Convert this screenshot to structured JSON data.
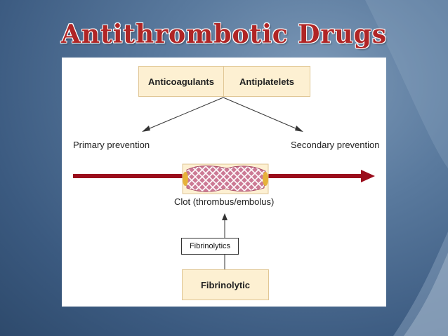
{
  "slide": {
    "title": "Antithrombotic Drugs"
  },
  "diagram": {
    "top_boxes": {
      "left": "Anticoagulants",
      "right": "Antiplatelets"
    },
    "left_target": "Primary prevention",
    "right_target": "Secondary prevention",
    "clot_label": "Clot (thrombus/embolus)",
    "bottom_box": "Fibrinolytic",
    "callout": "Fibrinolytics"
  },
  "colors": {
    "arrow_main": "#9b0d1c",
    "box_fill": "#fdf0d2",
    "title": "#b02525"
  }
}
